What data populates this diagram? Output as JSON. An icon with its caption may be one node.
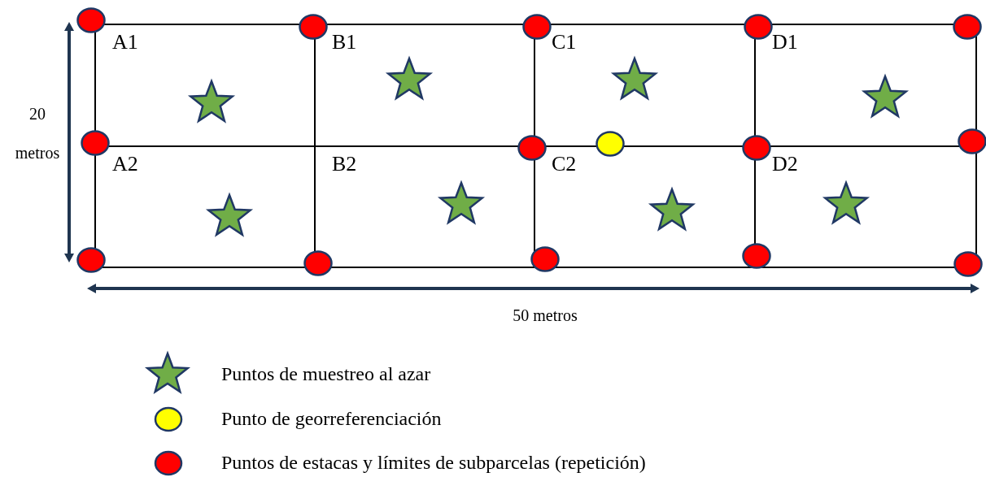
{
  "diagram": {
    "nodes": [
      {
        "text": [
          "A1"
        ]
      },
      {
        "text": [
          "B1"
        ]
      },
      {
        "text": [
          "C1"
        ]
      },
      {
        "text": [
          "D1"
        ]
      },
      {
        "text": [
          "A2"
        ]
      },
      {
        "text": [
          "B2"
        ]
      },
      {
        "text": [
          "C2"
        ]
      },
      {
        "text": [
          "D2"
        ]
      }
    ],
    "labels": [
      "20 metros",
      "50 metros"
    ],
    "legend": [
      {
        "text": "Puntos de muestreo al azar"
      },
      {
        "text": "Punto de georreferenciación"
      },
      {
        "text": "Puntos de estacas y límites de subparcelas (repetición)"
      }
    ]
  }
}
